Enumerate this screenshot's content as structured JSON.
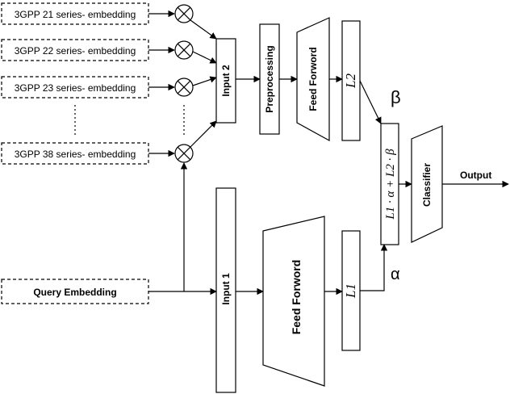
{
  "series_boxes": [
    {
      "label": "3GPP 21 series- embedding"
    },
    {
      "label": "3GPP 22 series- embedding"
    },
    {
      "label": "3GPP 23 series- embedding"
    },
    {
      "label": "3GPP 38 series- embedding"
    }
  ],
  "query": {
    "label": "Query Embedding"
  },
  "input1": {
    "label": "Input 1"
  },
  "input2": {
    "label": "Input 2"
  },
  "preprocessing": {
    "label": "Preprocessing"
  },
  "feed_forward_top": {
    "label": "Feed Forword"
  },
  "feed_forward_bottom": {
    "label": "Feed Forword"
  },
  "l2": {
    "label": "L2"
  },
  "l1": {
    "label": "L1"
  },
  "combine": {
    "label": "L1 · α + L2 · β"
  },
  "classifier": {
    "label": "Classifier"
  },
  "output": {
    "label": "Output"
  },
  "beta": {
    "label": "β"
  },
  "alpha": {
    "label": "α"
  }
}
